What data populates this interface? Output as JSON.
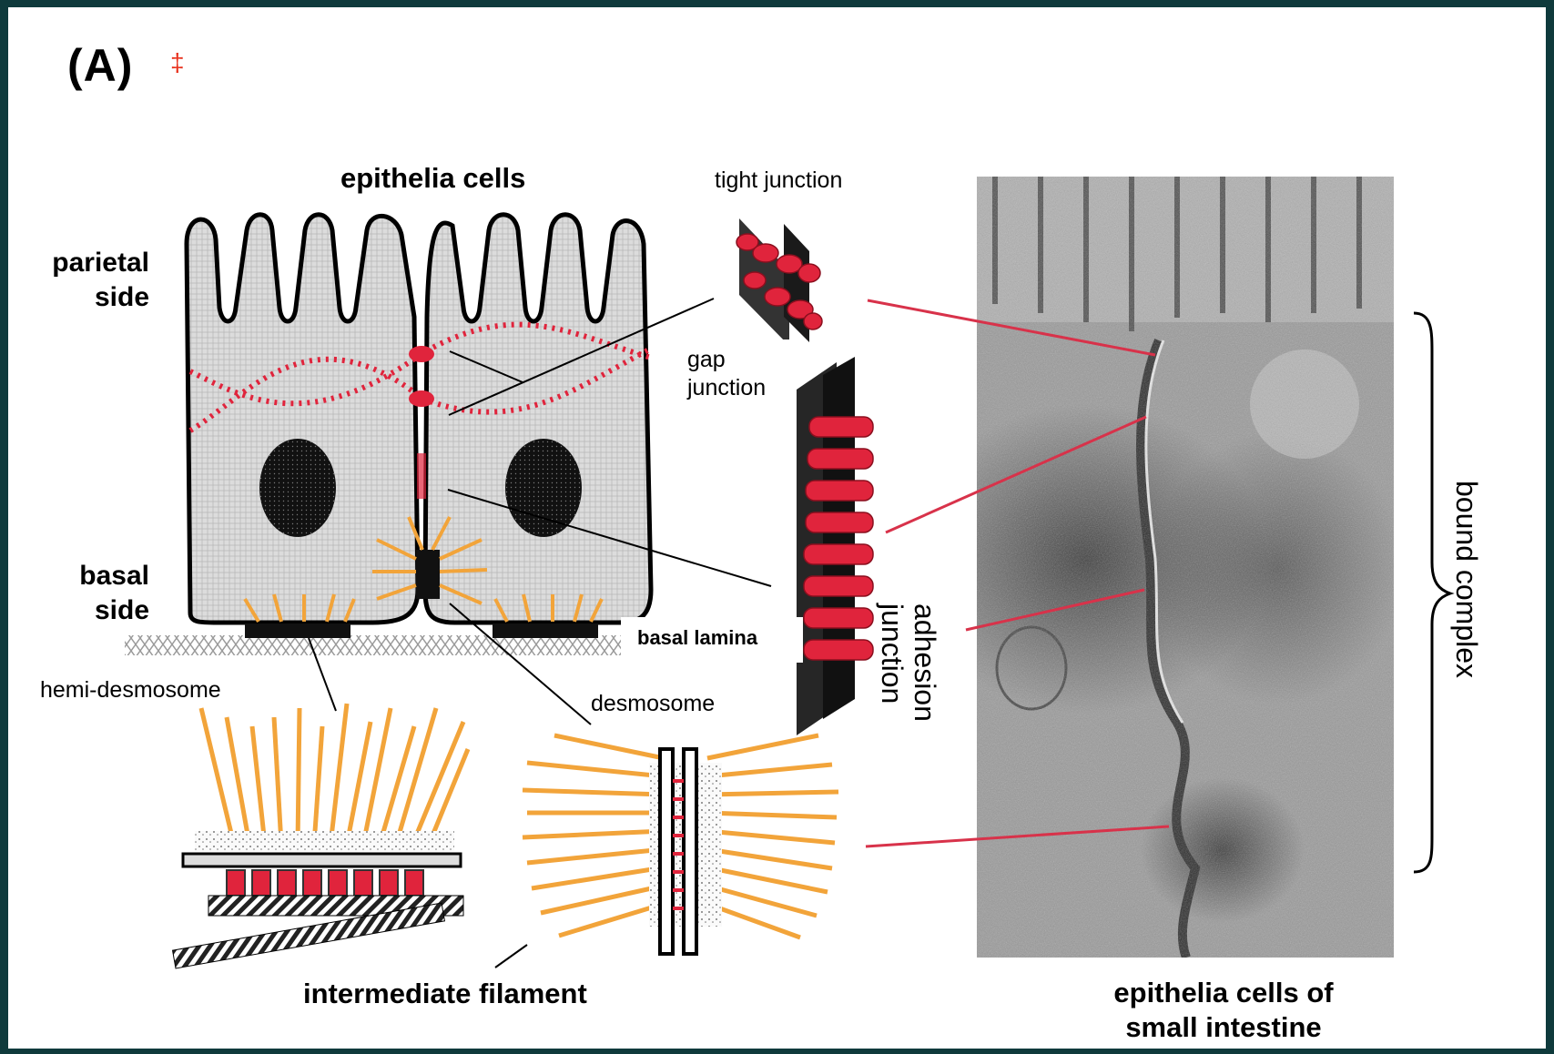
{
  "panel": {
    "letter": "(A)",
    "marker": "‡"
  },
  "diagram": {
    "title": "epithelia cells",
    "parietal_side": [
      "parietal",
      "side"
    ],
    "basal_side": [
      "basal",
      "side"
    ],
    "basal_lamina": "basal lamina",
    "hemi_desmosome": "hemi-desmosome",
    "desmosome": "desmosome",
    "intermediate_filament": "intermediate filament",
    "tight_junction": "tight junction",
    "gap_junction": [
      "gap",
      "junction"
    ],
    "adhesion_junction": [
      "adhesion",
      "junction"
    ],
    "bound_complex": "bound complex",
    "em_caption": [
      "epithelia cells of",
      "small intestine"
    ]
  },
  "colors": {
    "background": "#0f3a3c",
    "accent_red": "#e0243c",
    "filament_orange": "#f2a43a",
    "cytoplasm_grey": "#d6d6d6"
  }
}
